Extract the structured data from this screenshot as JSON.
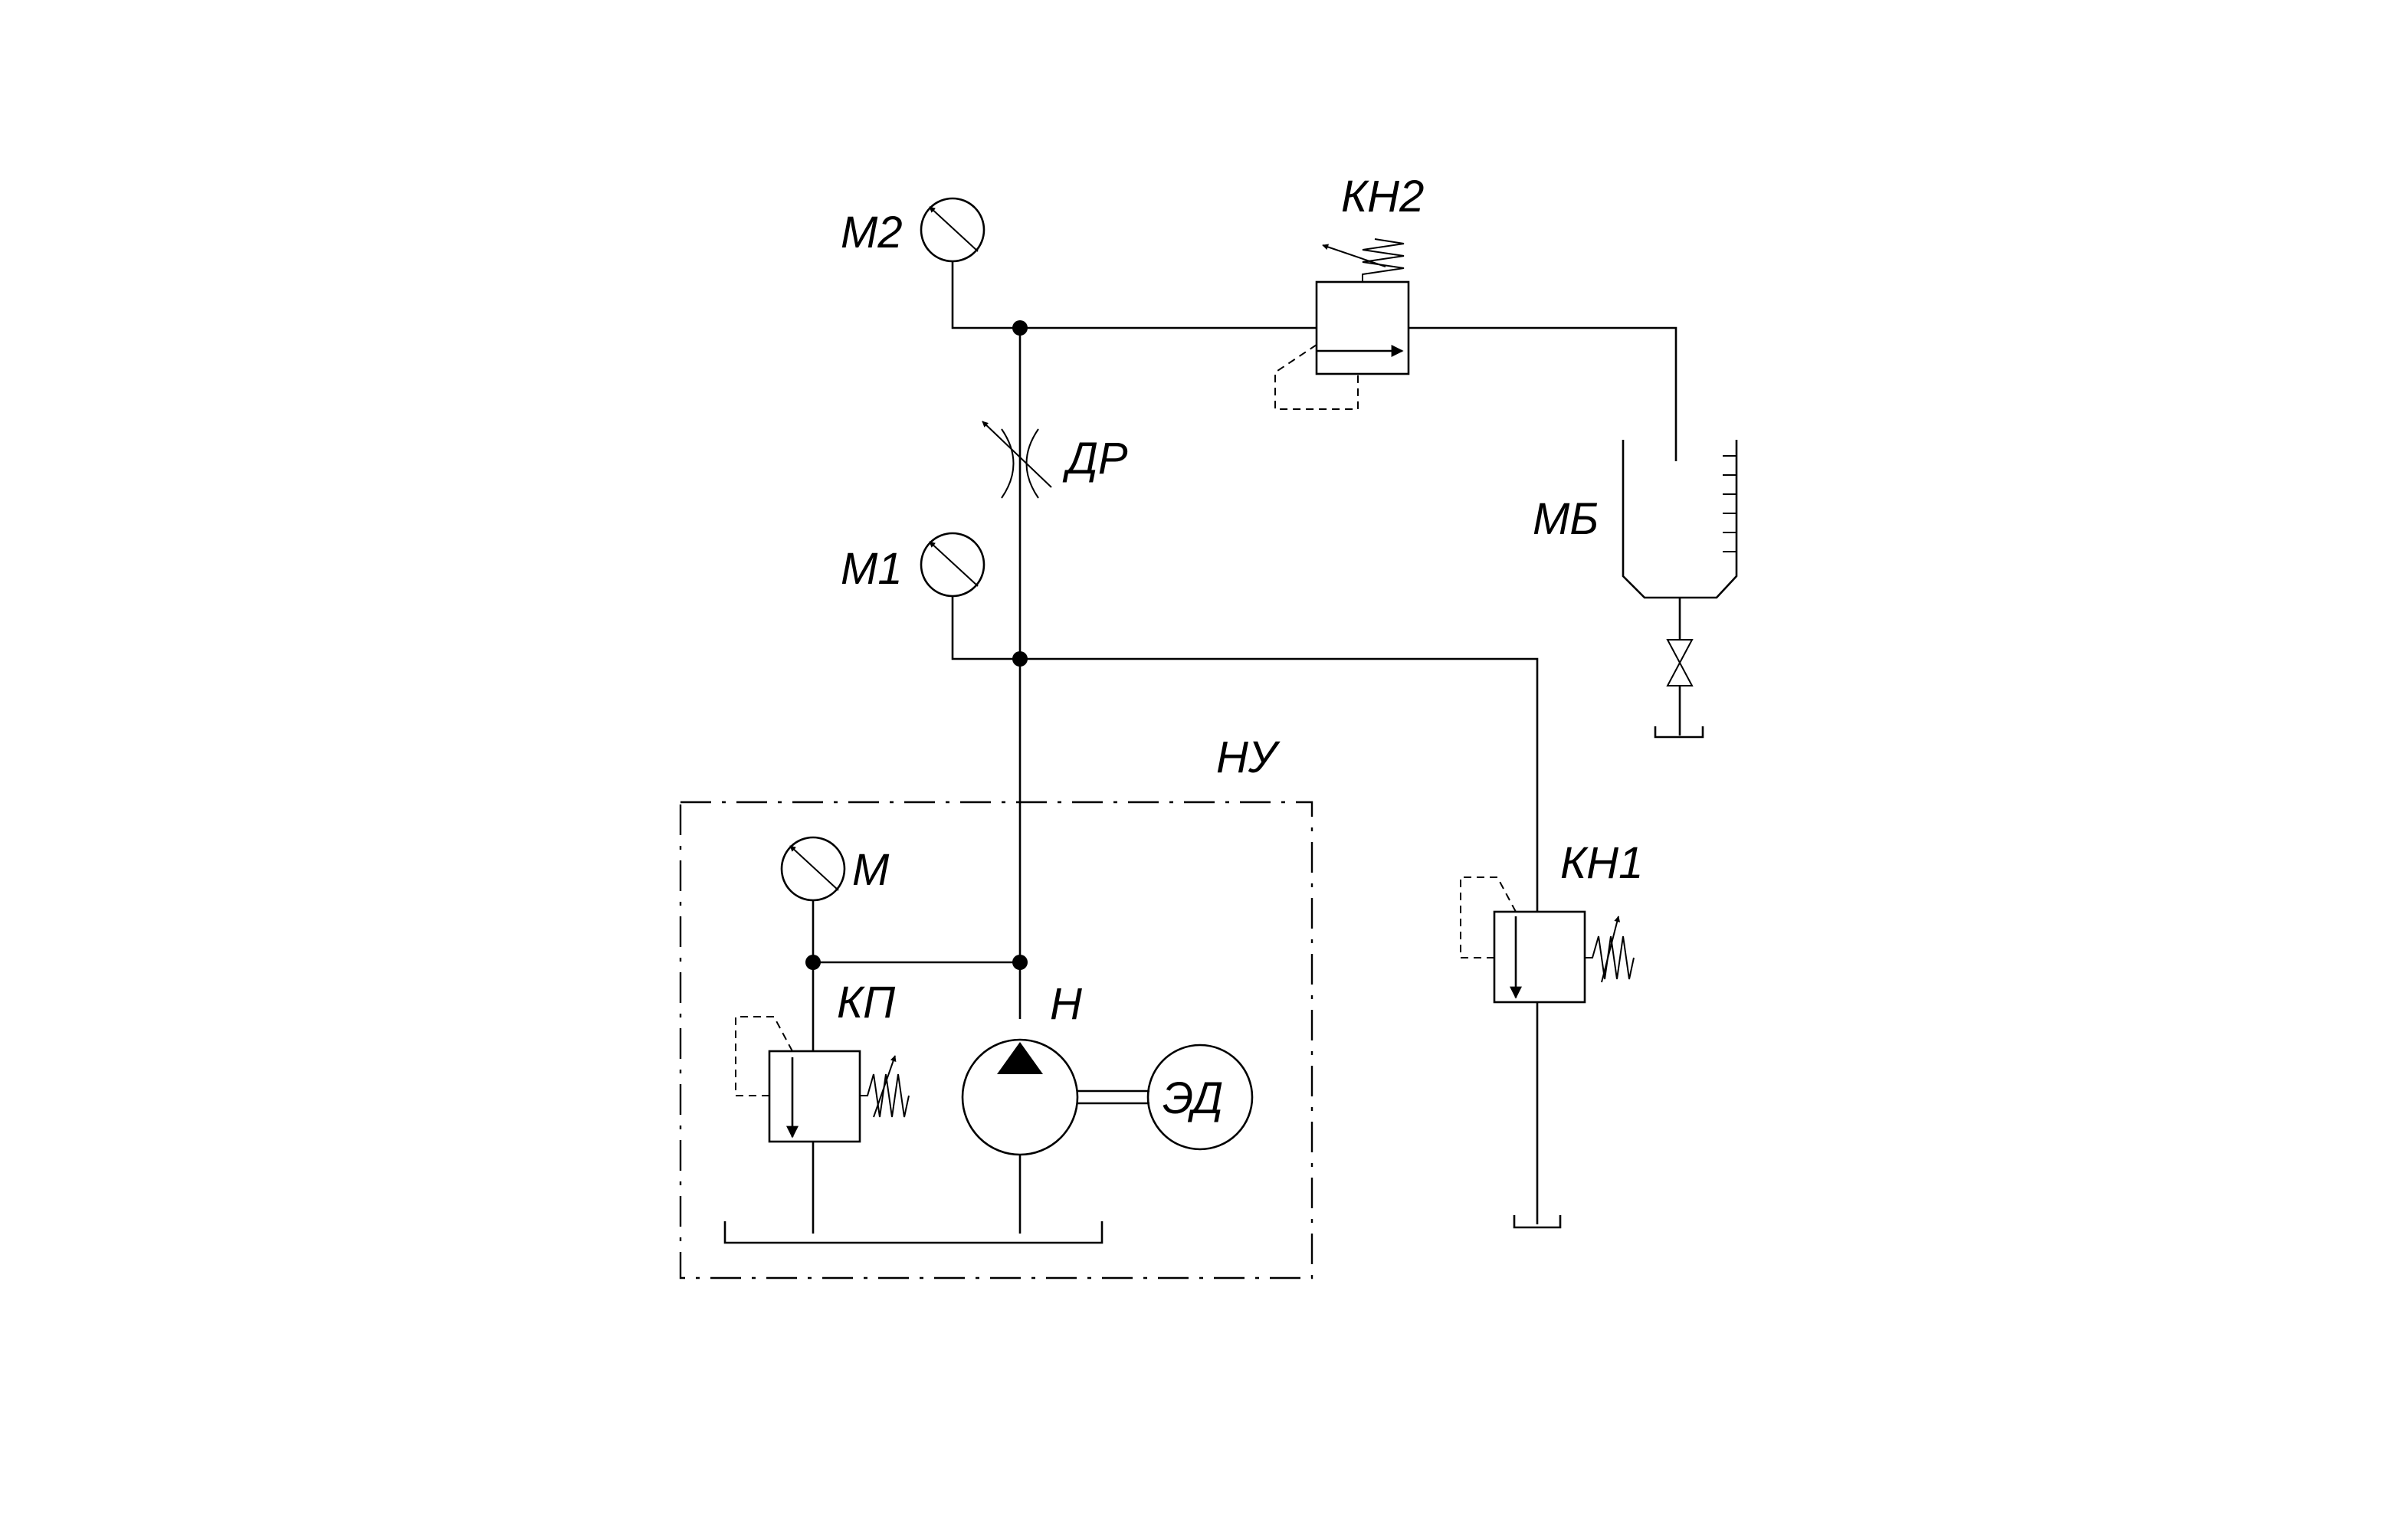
{
  "labels": {
    "m2": "М2",
    "kn2": "КН2",
    "dr": "ДР",
    "m1": "М1",
    "mb": "МБ",
    "nu": "НУ",
    "m": "М",
    "kn1": "КН1",
    "kp": "КП",
    "h": "Н",
    "ed": "ЭД"
  }
}
